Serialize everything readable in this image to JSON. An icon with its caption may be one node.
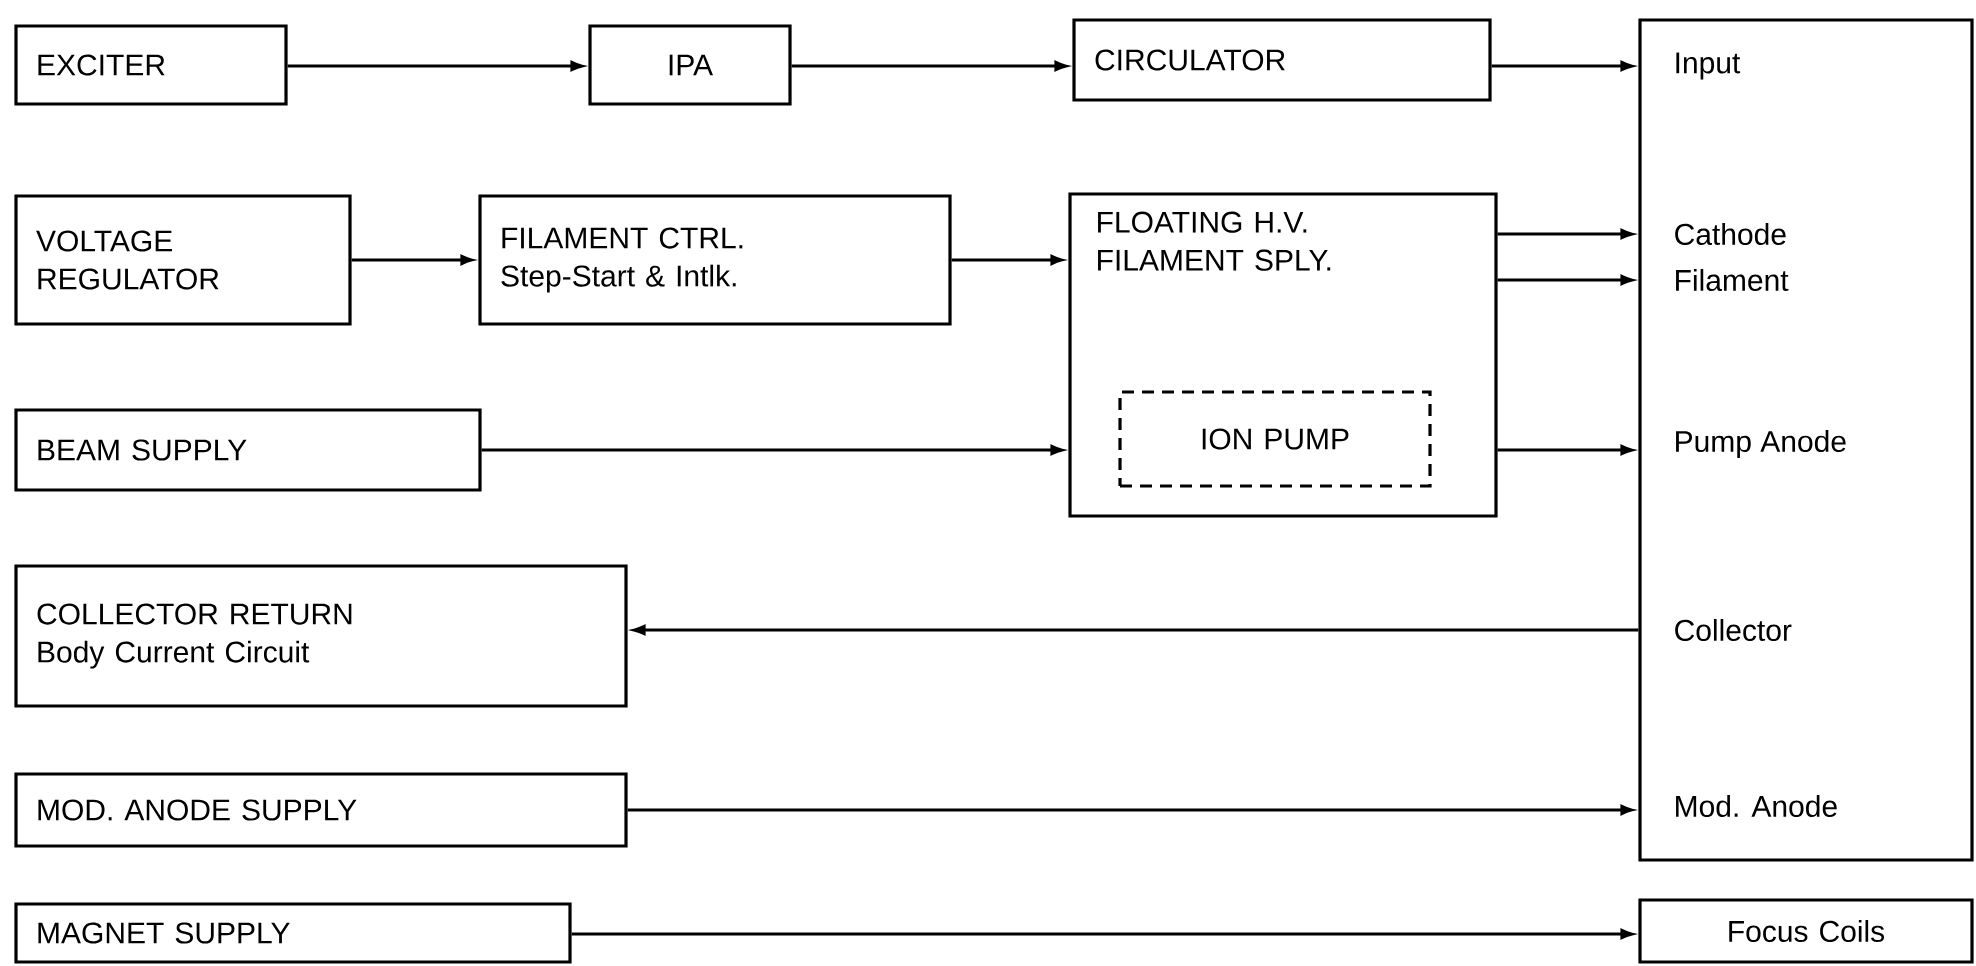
{
  "diagram": {
    "nodes": [
      {
        "text": [
          "EXCITER"
        ]
      },
      {
        "text": [
          "IPA"
        ]
      },
      {
        "text": [
          "CIRCULATOR"
        ]
      },
      {
        "text": [
          "Input",
          "Cathode",
          "Filament",
          "Pump Anode",
          "Collector",
          "Mod. Anode"
        ]
      },
      {
        "text": [
          "VOLTAGE REGULATOR"
        ]
      },
      {
        "text": [
          "FILAMENT CTRL.",
          "Step-Start & Intlk."
        ]
      },
      {
        "text": [
          "FLOATING H.V. FILAMENT SPLY."
        ]
      },
      {
        "text": [
          "ION PUMP"
        ],
        "in": 6
      },
      {
        "text": [
          "BEAM SUPPLY"
        ]
      },
      {
        "text": [
          "COLLECTOR RETURN",
          "Body Current Circuit"
        ]
      },
      {
        "text": [
          "MOD. ANODE SUPPLY"
        ]
      },
      {
        "text": [
          "MAGNET SUPPLY"
        ]
      },
      {
        "text": [
          "Focus Coils"
        ]
      }
    ],
    "edges": [
      {
        "from": 0,
        "to": 1,
        "arrow": "to"
      },
      {
        "from": 1,
        "to": 2,
        "arrow": "to"
      },
      {
        "from": 2,
        "to": 3,
        "arrow": "to"
      },
      {
        "from": 4,
        "to": 5,
        "arrow": "to"
      },
      {
        "from": 5,
        "to": 6,
        "arrow": "to"
      },
      {
        "from": 6,
        "to": 3,
        "arrow": "to"
      },
      {
        "from": 6,
        "to": 3,
        "arrow": "to"
      },
      {
        "from": 8,
        "to": 6,
        "arrow": "to"
      },
      {
        "from": 6,
        "to": 3,
        "arrow": "to"
      },
      {
        "from": 3,
        "to": 9,
        "arrow": "to"
      },
      {
        "from": 10,
        "to": 3,
        "arrow": "to"
      },
      {
        "from": 11,
        "to": 12,
        "arrow": "to"
      }
    ]
  }
}
